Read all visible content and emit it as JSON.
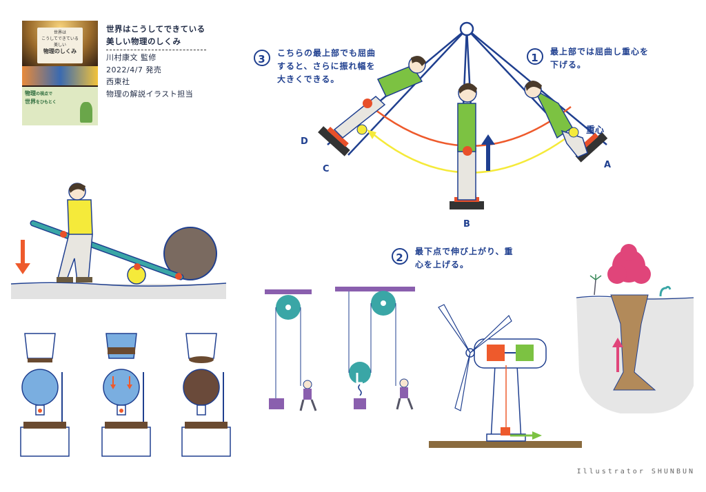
{
  "cover": {
    "title_line1": "世界は",
    "title_line2": "こうしてできている",
    "subtitle_small": "美しい",
    "title_big": "物理のしくみ",
    "band1": "物理",
    "band2": "の視点で",
    "band3": "世界",
    "band4": "をひもとく"
  },
  "book": {
    "title1": "世界はこうしてできている",
    "title2": "美しい物理のしくみ",
    "supervisor": "川村康文 監修",
    "date": "2022/4/7 発売",
    "publisher": "西東社",
    "role": "物理の解説イラスト担当"
  },
  "swing": {
    "note1_num": "1",
    "note1": [
      "最上部では屈曲し重心を",
      "下げる。"
    ],
    "note2_num": "2",
    "note2": [
      "最下点で伸び上がり、重",
      "心を上げる。"
    ],
    "note3_num": "3",
    "note3": [
      "こちらの最上部でも屈曲",
      "すると、さらに振れ幅を",
      "大きくできる。"
    ],
    "label_center": "重心",
    "label_a": "A",
    "label_b": "B",
    "label_c": "C",
    "label_d": "D"
  },
  "colors": {
    "navy": "#1f3f8f",
    "green": "#7cc242",
    "red": "#ee5a2c",
    "yellow": "#f5ea3a",
    "teal": "#3aa6a6",
    "purple": "#8a5fae",
    "brown": "#8a6b3e",
    "magenta": "#e0457a"
  },
  "credit": "Illustrator SHUNBUN"
}
